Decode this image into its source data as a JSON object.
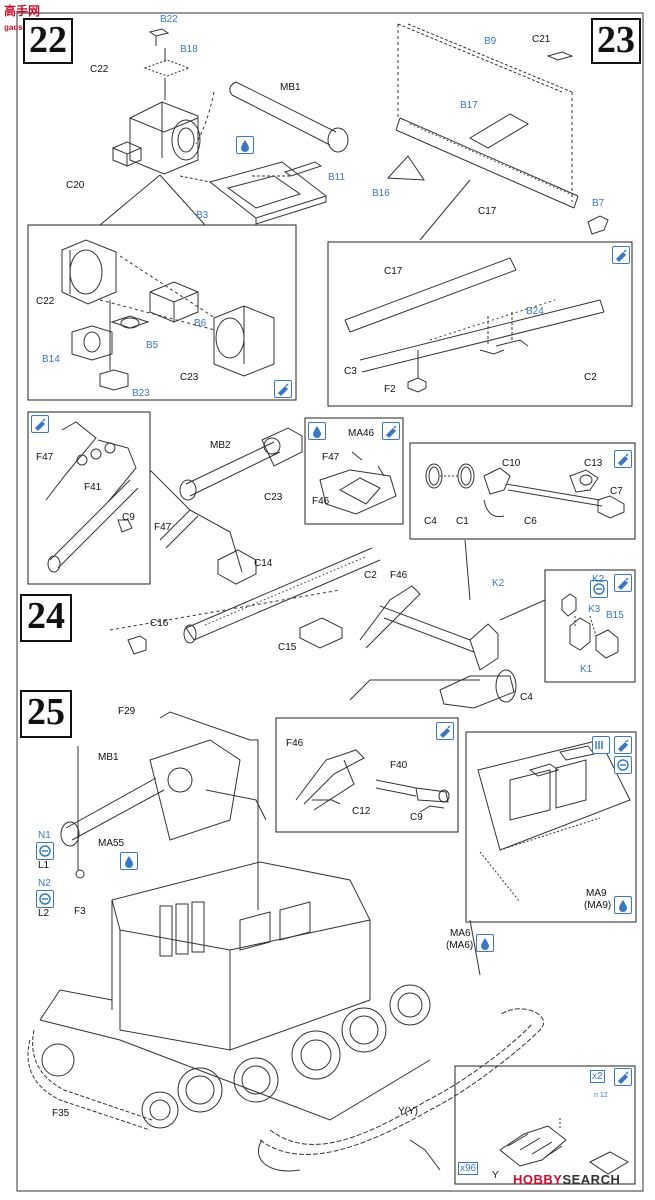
{
  "logo": {
    "site_name": "高手网",
    "site_url": "gaoshou.me"
  },
  "watermark": {
    "brand": "HOBBY",
    "rest": "SEARCH"
  },
  "steps": {
    "s22": "22",
    "s23": "23",
    "s24": "24",
    "s25": "25"
  },
  "step22": {
    "B22": "B22",
    "B18": "B18",
    "C22": "C22",
    "MB1": "MB1",
    "C20": "C20",
    "B11": "B11",
    "B3": "B3",
    "inset": {
      "C22": "C22",
      "B6": "B6",
      "B5": "B5",
      "B14": "B14",
      "C23": "C23",
      "B23": "B23"
    }
  },
  "step23": {
    "C21": "C21",
    "B9": "B9",
    "B17": "B17",
    "B16": "B16",
    "C17": "C17",
    "B7": "B7",
    "inset": {
      "C17": "C17",
      "B24": "B24",
      "C3": "C3",
      "F2": "F2",
      "C2": "C2"
    }
  },
  "step24": {
    "left_inset": {
      "F47": "F47",
      "F41": "F41",
      "C9": "C9"
    },
    "MB2": "MB2",
    "C23": "C23",
    "mid_inset": {
      "MA46": "MA46",
      "F47": "F47",
      "F46": "F46"
    },
    "right_inset": {
      "C10": "C10",
      "C13": "C13",
      "C4": "C4",
      "C1": "C1",
      "C6": "C6",
      "C7": "C7"
    },
    "F47": "F47",
    "C14": "C14",
    "C2": "C2",
    "F46": "F46",
    "K2": "K2",
    "C16": "C16",
    "C15": "C15",
    "C4": "C4",
    "k_inset": {
      "K2": "K2",
      "K3": "K3",
      "B15": "B15",
      "K1": "K1"
    }
  },
  "step25": {
    "F29": "F29",
    "MB1": "MB1",
    "N1": "N1",
    "L1": "L1",
    "MA55": "MA55",
    "N2": "N2",
    "L2": "L2",
    "F3": "F3",
    "arm_inset": {
      "F46": "F46",
      "F40": "F40",
      "C12": "C12",
      "C9": "C9"
    },
    "MA9": "MA9",
    "MA9_paren": "(MA9)",
    "MA6": "MA6",
    "MA6_paren": "(MA6)",
    "F35": "F35",
    "YY": "Y(Y)",
    "track_inset": {
      "x2": "x2",
      "n": "n  12",
      "x96": "x96",
      "Y": "Y"
    }
  }
}
